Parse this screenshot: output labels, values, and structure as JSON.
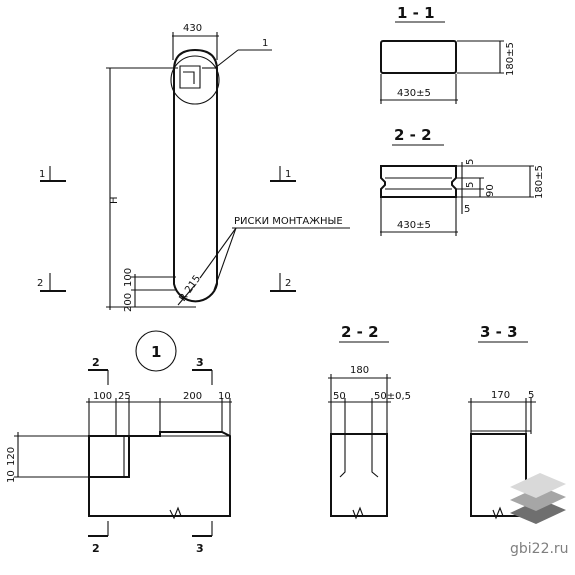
{
  "main_view": {
    "width_label": "430",
    "height_label": "H",
    "dim_200": "200",
    "dim_100": "100",
    "radius_label": "R 215",
    "leader_label": "1",
    "risks_label": "РИСКИ МОНТАЖНЫЕ",
    "cut_1_left": "1",
    "cut_1_right": "1",
    "cut_2_left": "2",
    "cut_2_right": "2"
  },
  "section_1_1": {
    "title": "1 - 1",
    "width_label": "430±5",
    "height_label": "180±5"
  },
  "section_2_2_top": {
    "title": "2 - 2",
    "width_label": "430±5",
    "dim_5_top": "5",
    "dim_5_mid": "5",
    "dim_90": "90",
    "height_label": "180±5",
    "dim_5_bottom": "5"
  },
  "detail_1": {
    "marker": "1",
    "cut_2_top": "2",
    "cut_3_top": "3",
    "cut_2_bottom": "2",
    "cut_3_bottom": "3",
    "dim_100": "100",
    "dim_25": "25",
    "dim_200": "200",
    "dim_10_top": "10",
    "dim_10_side": "10",
    "dim_120": "120"
  },
  "section_2_2_bottom": {
    "title": "2 - 2",
    "width_label": "180",
    "dim_50_left": "50",
    "dim_50_right": "50±0,5"
  },
  "section_3_3": {
    "title": "3 - 3",
    "width_label": "170",
    "dim_5": "5"
  },
  "watermark": {
    "site": "gbi22.ru"
  },
  "colors": {
    "ink": "#111111",
    "logo_light": "#d9d9d9",
    "logo_mid": "#a6a6a6",
    "logo_dark": "#6f6f6f",
    "watermark_text": "#7f7f7f"
  }
}
